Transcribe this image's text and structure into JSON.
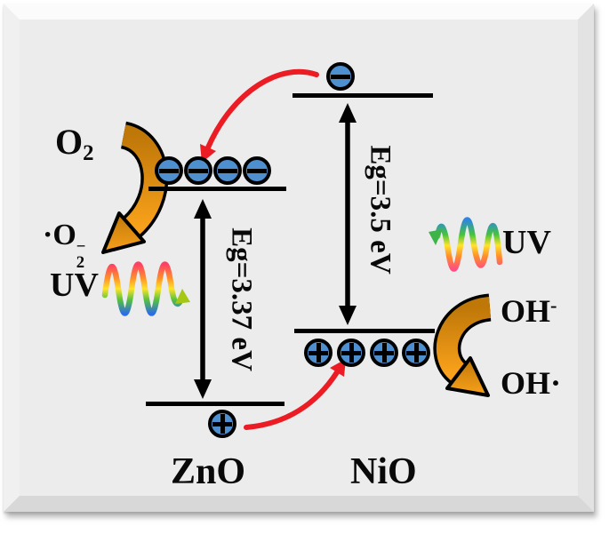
{
  "semiconductors": [
    {
      "name": "ZnO",
      "band_gap_label": "Eg=3.37 eV",
      "cb_electrons": 4,
      "vb_holes": 1
    },
    {
      "name": "NiO",
      "band_gap_label": "Eg=3.5 eV",
      "cb_electrons": 1,
      "vb_holes": 4
    }
  ],
  "species": {
    "o2_base": "O",
    "o2_sub": "2",
    "superoxide_base": "·O",
    "superoxide_sub": "2",
    "superoxide_sup": "−",
    "hydroxide_base": "OH",
    "hydroxide_sup": "-",
    "hydroxyl_radical": "OH·"
  },
  "light": {
    "left": "UV",
    "right": "UV"
  },
  "colors": {
    "field_background": "#ececec",
    "carrier_fill": "#4e8fcf",
    "band_line": "#000000",
    "transfer_arrow_red": "#ec1c24",
    "reaction_arrow_dark_orange": "#bf7708",
    "reaction_arrow_light_orange": "#f9a11b"
  }
}
